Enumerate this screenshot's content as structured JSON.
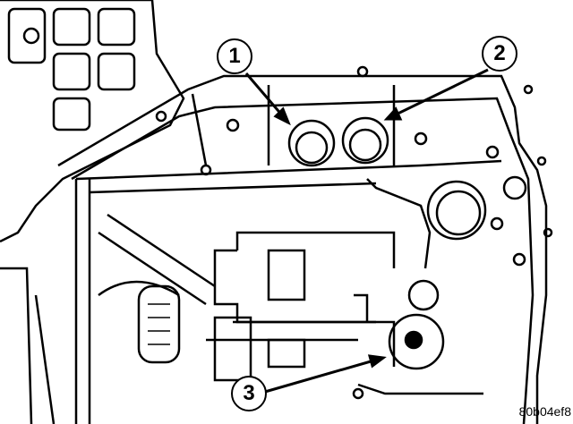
{
  "callouts": [
    {
      "label": "1"
    },
    {
      "label": "2"
    },
    {
      "label": "3"
    }
  ],
  "figure_id": "80b04ef8"
}
